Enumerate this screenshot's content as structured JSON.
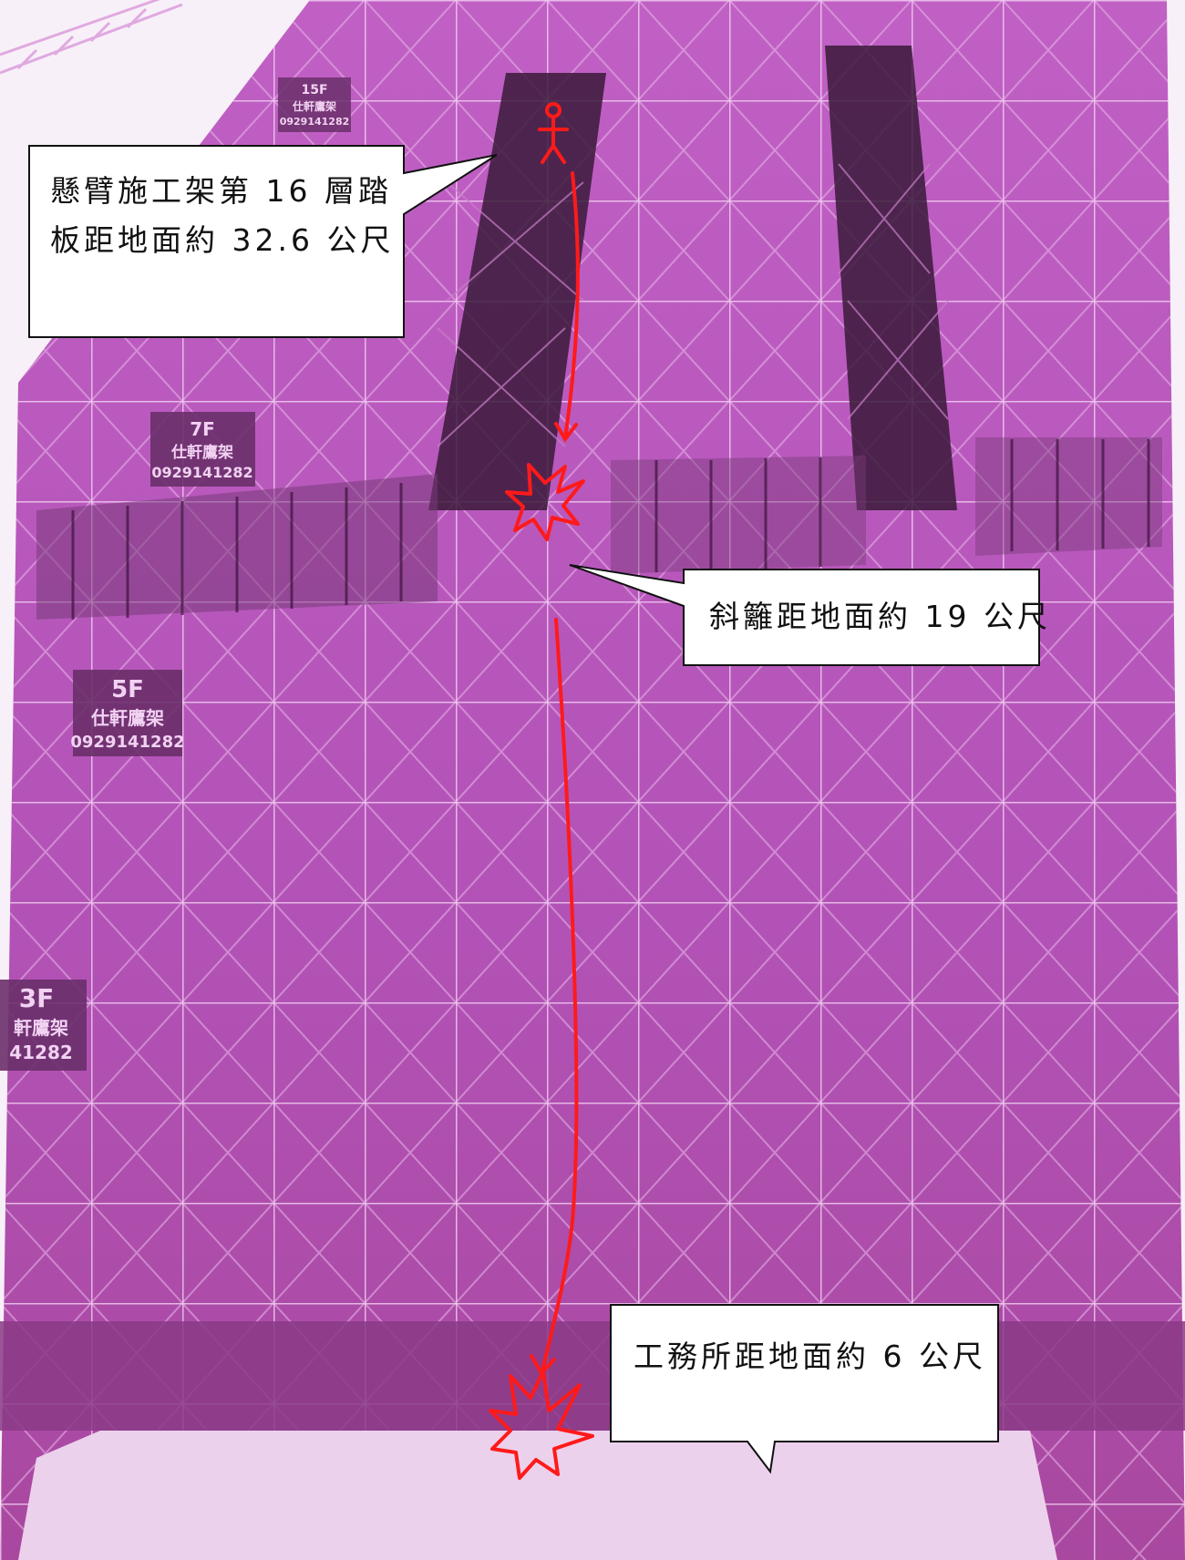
{
  "callouts": {
    "top": {
      "text": "懸臂施工架第 16 層踏\n板距地面約 32.6 公尺"
    },
    "middle": {
      "text": "斜籬距地面約 19 公尺"
    },
    "bottom": {
      "text": "工務所距地面約 6 公尺"
    }
  },
  "signs": {
    "f7": {
      "floor": "7F",
      "name": "仕軒鷹架",
      "phone": "0929141282"
    },
    "f5": {
      "floor": "5F",
      "name": "仕軒鷹架",
      "phone": "0929141282"
    },
    "f3": {
      "floor": "3F",
      "name": "軒鷹架",
      "phone": "41282"
    },
    "top": {
      "floor": "15F",
      "name": "仕軒鷹架",
      "phone": "0929141282"
    }
  },
  "colors": {
    "tint": "#b84fb8",
    "mesh": "#e2a6e2",
    "annotation_red": "#ff1a1a"
  },
  "icons": {
    "worker": "person-icon",
    "impact": "impact-splat-icon"
  }
}
